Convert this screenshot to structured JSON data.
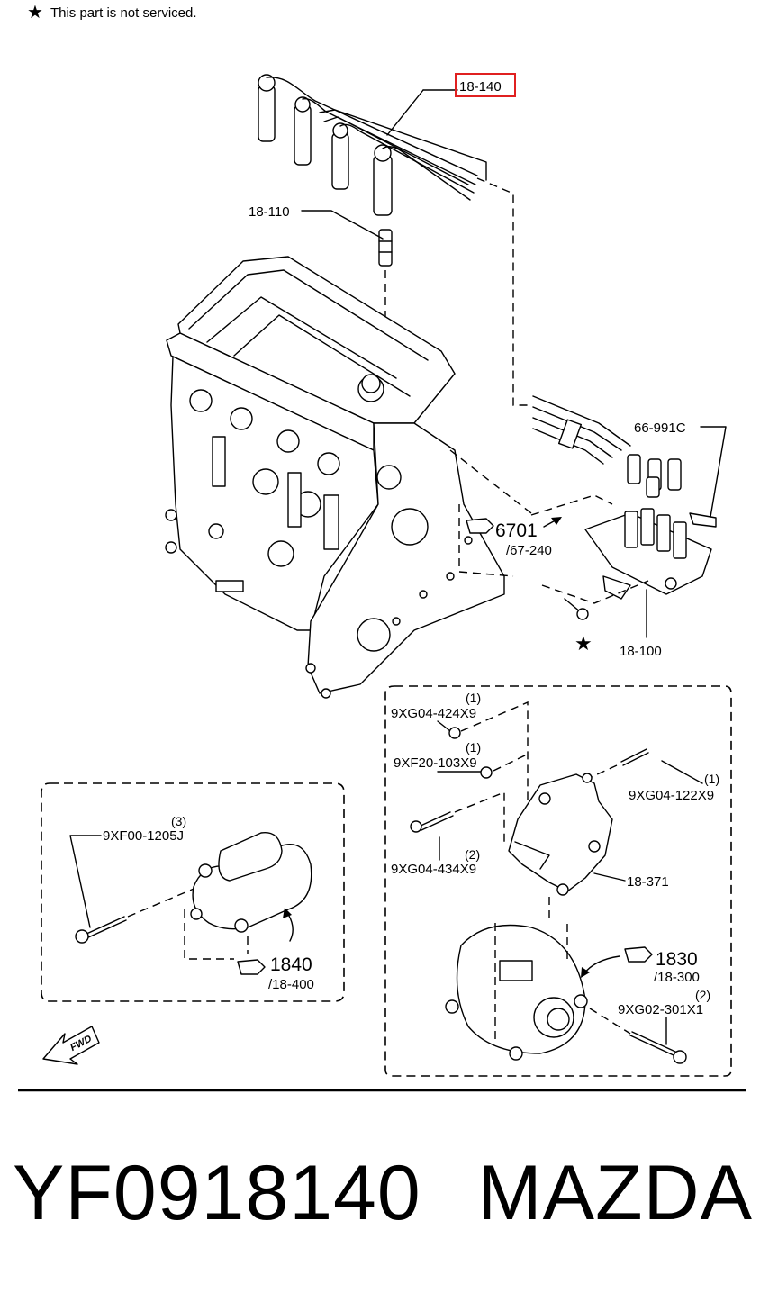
{
  "note": {
    "symbol": "★",
    "text": "This part is not serviced."
  },
  "callouts": {
    "highlighted": "18-140",
    "c_18_110": "18-110",
    "c_66_991c": "66-991C",
    "c_6701": "6701",
    "c_67_240": "/67-240",
    "c_18_100": "18-100",
    "star_mark": "★",
    "c_9xg04_424x9": "9XG04-424X9",
    "q_424": "(1)",
    "c_9xf20_103x9": "9XF20-103X9",
    "q_103": "(1)",
    "c_9xg04_122x9": "9XG04-122X9",
    "q_122": "(1)",
    "c_9xg04_434x9": "9XG04-434X9",
    "q_434": "(2)",
    "c_18_371": "18-371",
    "c_1830": "1830",
    "c_18_300": "/18-300",
    "c_9xg02_301x1": "9XG02-301X1",
    "q_301": "(2)",
    "c_9xf00_1205j": "9XF00-1205J",
    "q_1205": "(3)",
    "c_1840": "1840",
    "c_18_400": "/18-400",
    "fwd": "FWD"
  },
  "footer": {
    "part_number": "YF0918140",
    "brand": "MAZDA"
  },
  "colors": {
    "highlight": "#e02020",
    "ink": "#000000",
    "background": "#ffffff"
  }
}
